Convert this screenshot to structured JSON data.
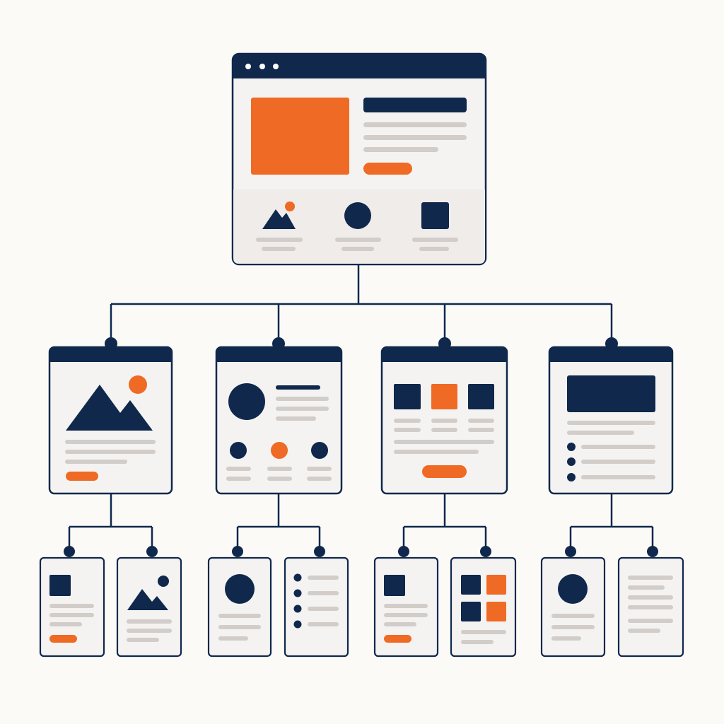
{
  "diagram": {
    "description_free": true,
    "colors": {
      "background": "#fcfaf7",
      "navy": "#0f284c",
      "orange": "#ef6a24",
      "card": "#f5f3f1",
      "panel": "#efecea",
      "line_gray": "#d2cdc9",
      "window_dot": "#ffffff"
    },
    "hierarchy": {
      "root": "homepage-wireframe",
      "level_2": [
        "gallery-page",
        "profile-page",
        "grid-page",
        "list-page"
      ],
      "level_3": [
        [
          "detail-page",
          "image-page"
        ],
        [
          "avatar-page",
          "bullet-list-page"
        ],
        [
          "detail-page",
          "tile-grid-page"
        ],
        [
          "avatar-page",
          "text-page"
        ]
      ]
    }
  }
}
